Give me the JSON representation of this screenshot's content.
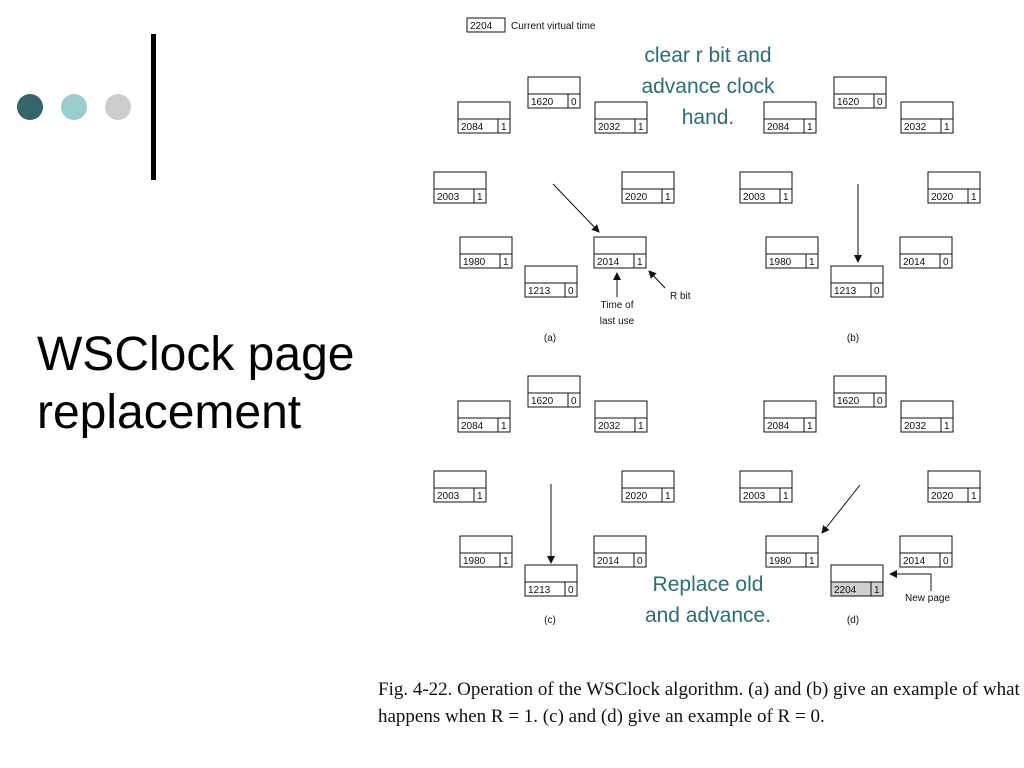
{
  "slide": {
    "title_line1": "WSClock page",
    "title_line2": "replacement",
    "bullet_colors": [
      "#33666b",
      "#99cccc",
      "#cccccc"
    ],
    "caption": "Fig. 4-22. Operation of the WSClock algorithm.  (a) and (b) give an example of what happens when R = 1.  (c) and (d) give an example of R = 0."
  },
  "figure": {
    "header_value": "2204",
    "header_label": "Current virtual time",
    "note_top": [
      "clear r bit and",
      "advance clock",
      "hand."
    ],
    "note_bottom": [
      "Replace old",
      "and advance."
    ],
    "note_color": "#2b6e73",
    "annotations": {
      "time_of_last_use": [
        "Time of",
        "last use"
      ],
      "r_bit": "R bit",
      "new_page": "New page"
    },
    "panels": [
      {
        "label": "(a)",
        "entries": [
          [
            "1620",
            "0"
          ],
          [
            "2032",
            "1"
          ],
          [
            "2020",
            "1"
          ],
          [
            "2014",
            "1"
          ],
          [
            "1213",
            "0"
          ],
          [
            "1980",
            "1"
          ],
          [
            "2003",
            "1"
          ],
          [
            "2084",
            "1"
          ]
        ]
      },
      {
        "label": "(b)",
        "entries": [
          [
            "1620",
            "0"
          ],
          [
            "2032",
            "1"
          ],
          [
            "2020",
            "1"
          ],
          [
            "2014",
            "0"
          ],
          [
            "1213",
            "0"
          ],
          [
            "1980",
            "1"
          ],
          [
            "2003",
            "1"
          ],
          [
            "2084",
            "1"
          ]
        ]
      },
      {
        "label": "(c)",
        "entries": [
          [
            "1620",
            "0"
          ],
          [
            "2032",
            "1"
          ],
          [
            "2020",
            "1"
          ],
          [
            "2014",
            "0"
          ],
          [
            "1213",
            "0"
          ],
          [
            "1980",
            "1"
          ],
          [
            "2003",
            "1"
          ],
          [
            "2084",
            "1"
          ]
        ]
      },
      {
        "label": "(d)",
        "entries": [
          [
            "1620",
            "0"
          ],
          [
            "2032",
            "1"
          ],
          [
            "2020",
            "1"
          ],
          [
            "2014",
            "0"
          ],
          [
            "2204",
            "1"
          ],
          [
            "1980",
            "1"
          ],
          [
            "2003",
            "1"
          ],
          [
            "2084",
            "1"
          ]
        ]
      }
    ]
  }
}
